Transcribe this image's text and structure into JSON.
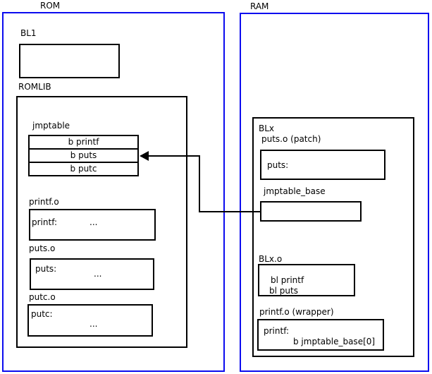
{
  "colors": {
    "box_blue": "#0b0bef",
    "box_black": "#000000",
    "background": "#ffffff"
  },
  "rom": {
    "label": "ROM",
    "bl1": {
      "label": "BL1"
    },
    "romlib": {
      "label": "ROMLIB",
      "jmptable": {
        "label": "jmptable",
        "rows": [
          "b printf",
          "b puts",
          "b putc"
        ]
      },
      "objects": [
        {
          "label": "printf.o",
          "symbol": "printf:",
          "ellipsis": "..."
        },
        {
          "label": "puts.o",
          "symbol": "puts:",
          "ellipsis": "..."
        },
        {
          "label": "putc.o",
          "symbol": "putc:",
          "ellipsis": "..."
        }
      ]
    }
  },
  "ram": {
    "label": "RAM",
    "blx": {
      "label": "BLx",
      "puts_patch": {
        "label": "puts.o (patch)",
        "symbol": "puts:"
      },
      "jmptable_base": {
        "label": "jmptable_base"
      },
      "blx_o": {
        "label": "BLx.o",
        "lines": [
          "bl printf",
          "bl puts"
        ]
      },
      "printf_wrapper": {
        "label": "printf.o (wrapper)",
        "lines": [
          "printf:",
          "b jmptable_base[0]"
        ]
      }
    }
  }
}
